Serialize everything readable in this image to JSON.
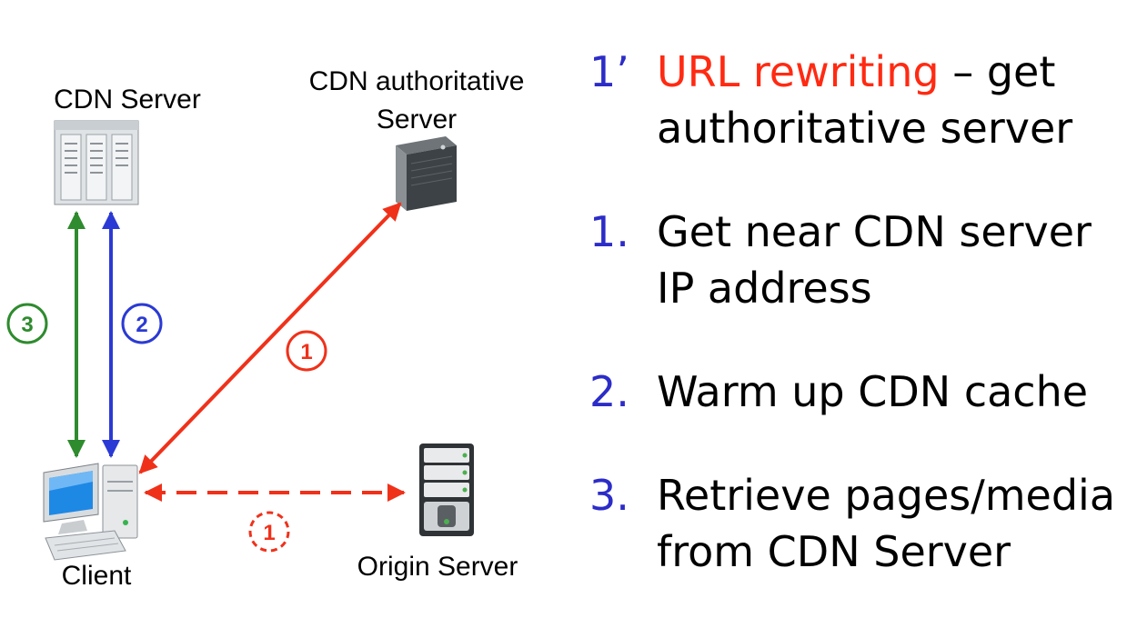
{
  "colors": {
    "green": "#2e8b2e",
    "blue": "#2b3ad4",
    "red": "#f0311a",
    "step_number": "#2c2cc8",
    "highlight": "#ff2a12"
  },
  "diagram": {
    "cdn_server": {
      "label": "CDN Server",
      "icon": "server-rack-icon"
    },
    "cdn_authoritative": {
      "label_line1": "CDN authoritative",
      "label_line2": "Server",
      "icon": "tower-server-icon"
    },
    "client": {
      "label": "Client",
      "icon": "desktop-computer-icon"
    },
    "origin": {
      "label": "Origin Server",
      "icon": "server-icon"
    },
    "badges": {
      "step3": "3",
      "step2": "2",
      "step1": "1",
      "step1_prime": "1"
    }
  },
  "steps": [
    {
      "num": "1’",
      "highlight": "URL rewriting",
      "text": " – get",
      "line2": "authoritative server"
    },
    {
      "num": "1.",
      "text": "Get near CDN server",
      "line2": "IP address"
    },
    {
      "num": "2.",
      "text": "Warm up CDN cache"
    },
    {
      "num": "3.",
      "text": "Retrieve pages/media",
      "line2": "from CDN Server"
    }
  ]
}
